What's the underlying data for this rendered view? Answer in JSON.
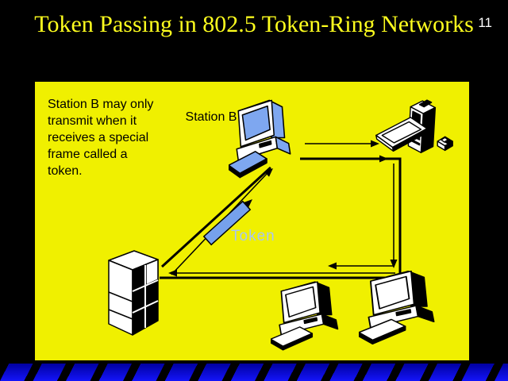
{
  "slide": {
    "title": "Token Passing in 802.5 Token-Ring Networks",
    "page_number": "11"
  },
  "annotation": {
    "lines": [
      "Station B may only",
      "transmit when it",
      "receives a special",
      "frame called a",
      "token."
    ]
  },
  "diagram": {
    "station_label": "Station B",
    "token_label": "Token",
    "nodes": [
      {
        "icon": "blue-desktop-computer-icon",
        "label": "Station B"
      },
      {
        "icon": "tower-workstation-icon"
      },
      {
        "icon": "server-cabinet-icon"
      },
      {
        "icon": "desktop-computer-icon"
      },
      {
        "icon": "desktop-computer-icon"
      }
    ],
    "colors": {
      "slide_background": "#000000",
      "panel_yellow": "#f0f000",
      "title_yellow": "#ffff1e",
      "station_blue": "#7ea7f0",
      "token_fill": "#76a1ec",
      "token_text": "#a9c7f2",
      "footer_blue_dark": "#0000a0",
      "footer_blue_bright": "#1414fa"
    }
  }
}
